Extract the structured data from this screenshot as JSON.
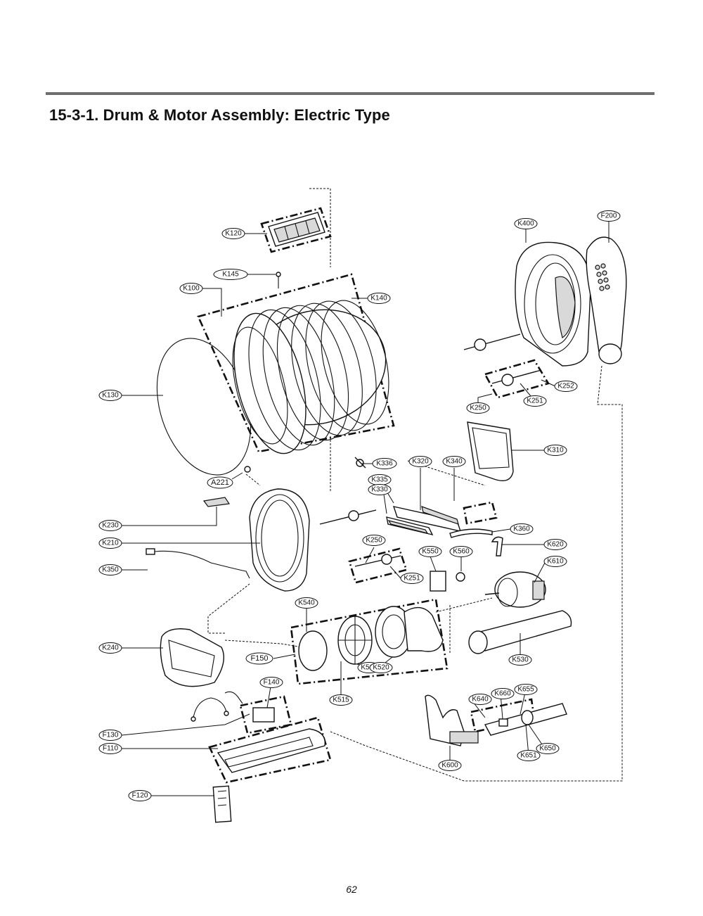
{
  "page": {
    "title": "15-3-1. Drum & Motor Assembly: Electric Type",
    "page_number": "62"
  },
  "labels": {
    "K120": "K120",
    "K145": "K145",
    "K100": "K100",
    "K140": "K140",
    "K130": "K130",
    "K400": "K400",
    "F200": "F200",
    "K252": "K252",
    "K251": "K251",
    "K250": "K250",
    "K310": "K310",
    "K336": "K336",
    "K320": "K320",
    "K340": "K340",
    "K335": "K335",
    "K330": "K330",
    "A221": "A221",
    "K230": "K230",
    "K210": "K210",
    "K350": "K350",
    "K250b": "K250",
    "K251b": "K251",
    "K360": "K360",
    "K550": "K550",
    "K560": "K560",
    "K620": "K620",
    "K610": "K610",
    "K540": "K540",
    "K240": "K240",
    "F150": "F150",
    "K510": "K510",
    "K520": "K520",
    "K530": "K530",
    "F140": "F140",
    "K515": "K515",
    "K640": "K640",
    "K660": "K660",
    "K655": "K655",
    "F130": "F130",
    "F110": "F110",
    "K650": "K650",
    "K651": "K651",
    "K600": "K600",
    "F120": "F120"
  }
}
